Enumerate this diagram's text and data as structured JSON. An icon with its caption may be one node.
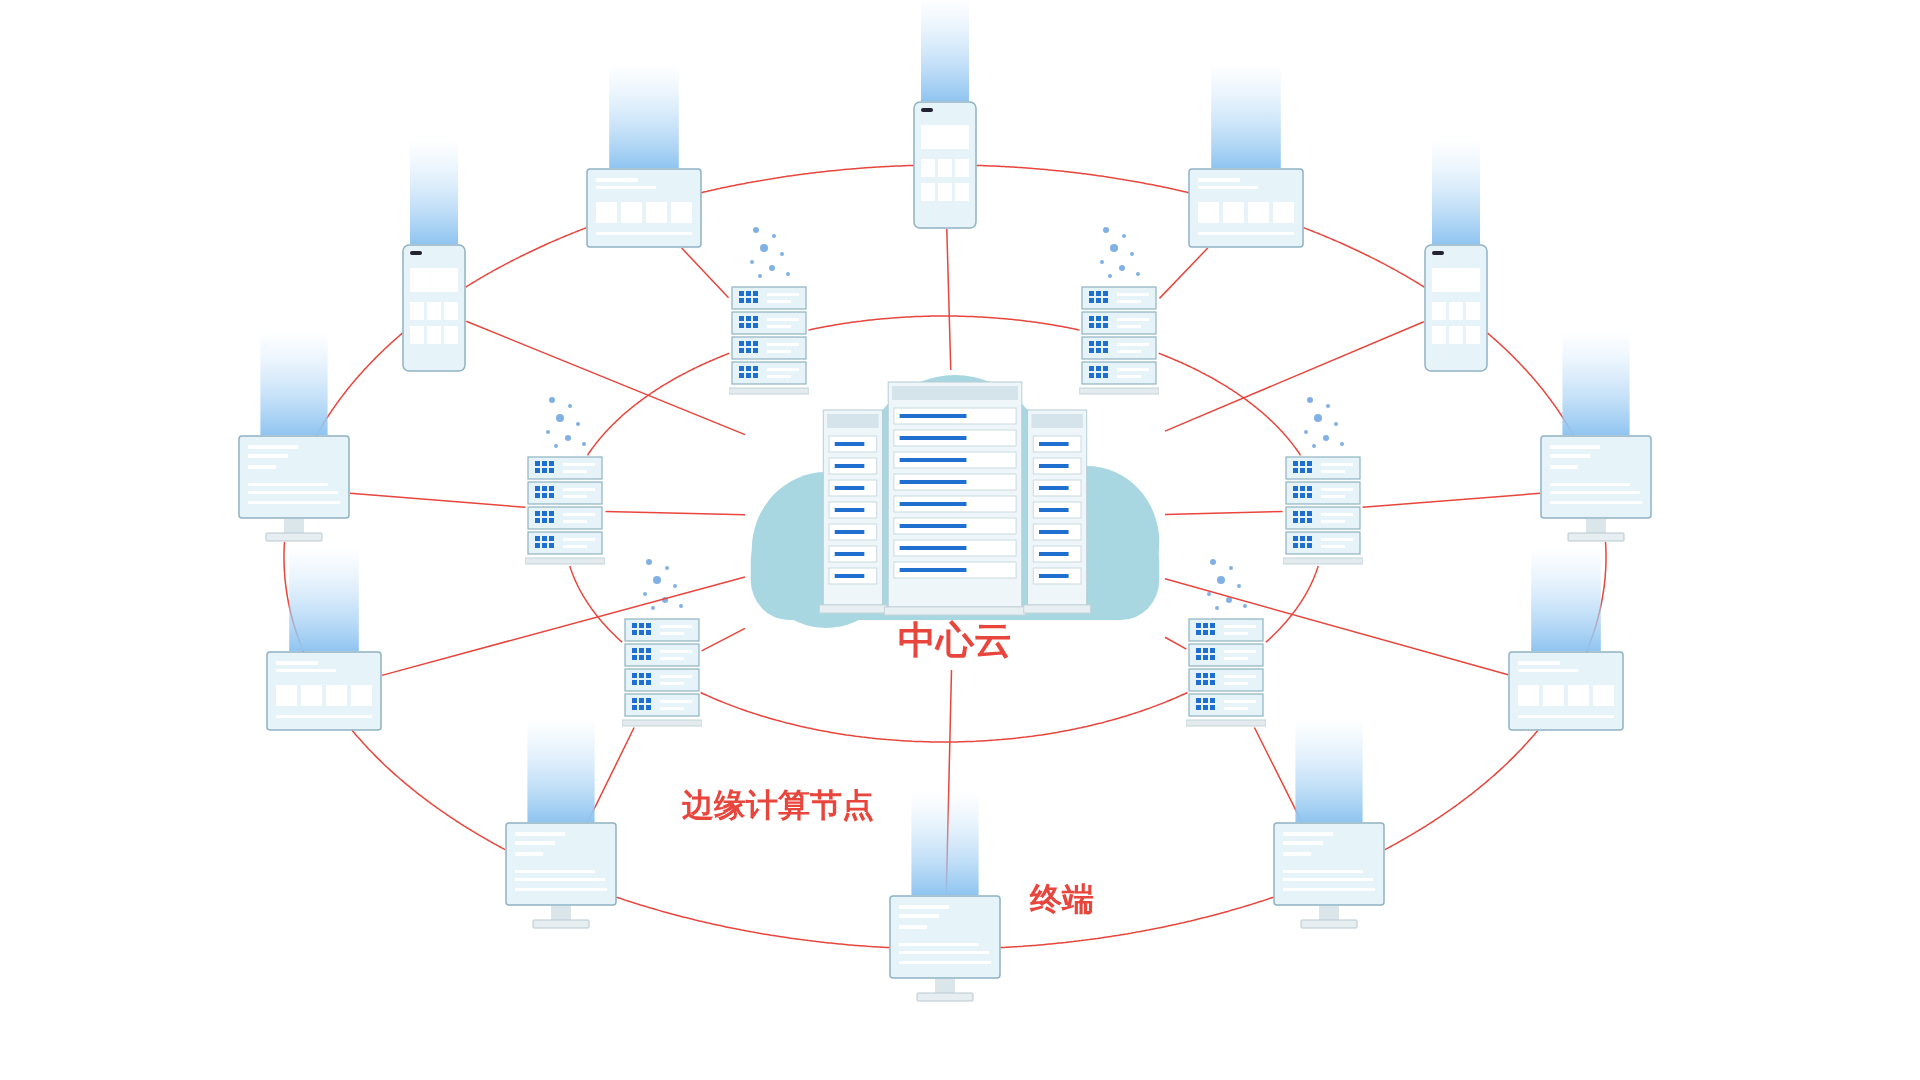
{
  "diagram": {
    "nodes": [
      {
        "text": [],
        "shape": "picture"
      },
      {
        "text": [],
        "shape": "picture"
      },
      {
        "text": [],
        "shape": "picture"
      },
      {
        "text": [],
        "shape": "picture"
      },
      {
        "text": [],
        "shape": "picture"
      },
      {
        "text": [],
        "shape": "picture"
      },
      {
        "text": [],
        "shape": "picture"
      },
      {
        "text": [],
        "shape": "picture"
      },
      {
        "text": [],
        "shape": "picture"
      },
      {
        "text": [],
        "shape": "picture"
      },
      {
        "text": [],
        "shape": "picture"
      },
      {
        "text": [],
        "shape": "picture"
      },
      {
        "text": [],
        "shape": "picture"
      },
      {
        "text": [],
        "shape": "picture"
      },
      {
        "text": [],
        "shape": "picture"
      },
      {
        "text": [],
        "shape": "picture"
      },
      {
        "text": [],
        "shape": "picture"
      },
      {
        "text": [],
        "shape": "picture"
      },
      {
        "text": [
          "中心云"
        ]
      }
    ],
    "edges": [
      {
        "from": 0,
        "to": 1,
        "arrow": "none"
      },
      {
        "from": 1,
        "to": 2,
        "arrow": "none"
      },
      {
        "from": 2,
        "to": 3,
        "arrow": "none"
      },
      {
        "from": 3,
        "to": 4,
        "arrow": "none"
      },
      {
        "from": 4,
        "to": 5,
        "arrow": "none"
      },
      {
        "from": 5,
        "to": 6,
        "arrow": "none"
      },
      {
        "from": 6,
        "to": 7,
        "arrow": "none"
      },
      {
        "from": 7,
        "to": 8,
        "arrow": "none"
      },
      {
        "from": 8,
        "to": 9,
        "arrow": "none"
      },
      {
        "from": 9,
        "to": 10,
        "arrow": "none"
      },
      {
        "from": 10,
        "to": 11,
        "arrow": "none"
      },
      {
        "from": 11,
        "to": 0,
        "arrow": "none"
      },
      {
        "from": 12,
        "to": 13,
        "arrow": "none"
      },
      {
        "from": 13,
        "to": 14,
        "arrow": "none"
      },
      {
        "from": 14,
        "to": 15,
        "arrow": "none"
      },
      {
        "from": 15,
        "to": 16,
        "arrow": "none"
      },
      {
        "from": 16,
        "to": 17,
        "arrow": "none"
      },
      {
        "from": 17,
        "to": 12,
        "arrow": "none"
      },
      {
        "from": 0,
        "to": 18,
        "arrow": "none"
      },
      {
        "from": 1,
        "to": 13,
        "arrow": "none"
      },
      {
        "from": 2,
        "to": 18,
        "arrow": "none"
      },
      {
        "from": 3,
        "to": 14,
        "arrow": "none"
      },
      {
        "from": 14,
        "to": 18,
        "arrow": "none"
      },
      {
        "from": 4,
        "to": 18,
        "arrow": "none"
      },
      {
        "from": 5,
        "to": 15,
        "arrow": "none"
      },
      {
        "from": 15,
        "to": 18,
        "arrow": "none"
      },
      {
        "from": 6,
        "to": 18,
        "arrow": "none"
      },
      {
        "from": 7,
        "to": 16,
        "arrow": "none"
      },
      {
        "from": 16,
        "to": 18,
        "arrow": "none"
      },
      {
        "from": 8,
        "to": 18,
        "arrow": "none"
      },
      {
        "from": 9,
        "to": 17,
        "arrow": "none"
      },
      {
        "from": 17,
        "to": 18,
        "arrow": "none"
      },
      {
        "from": 10,
        "to": 18,
        "arrow": "none"
      },
      {
        "from": 11,
        "to": 12,
        "arrow": "none"
      }
    ],
    "labels": [
      "边缘计算节点",
      "终端"
    ]
  }
}
